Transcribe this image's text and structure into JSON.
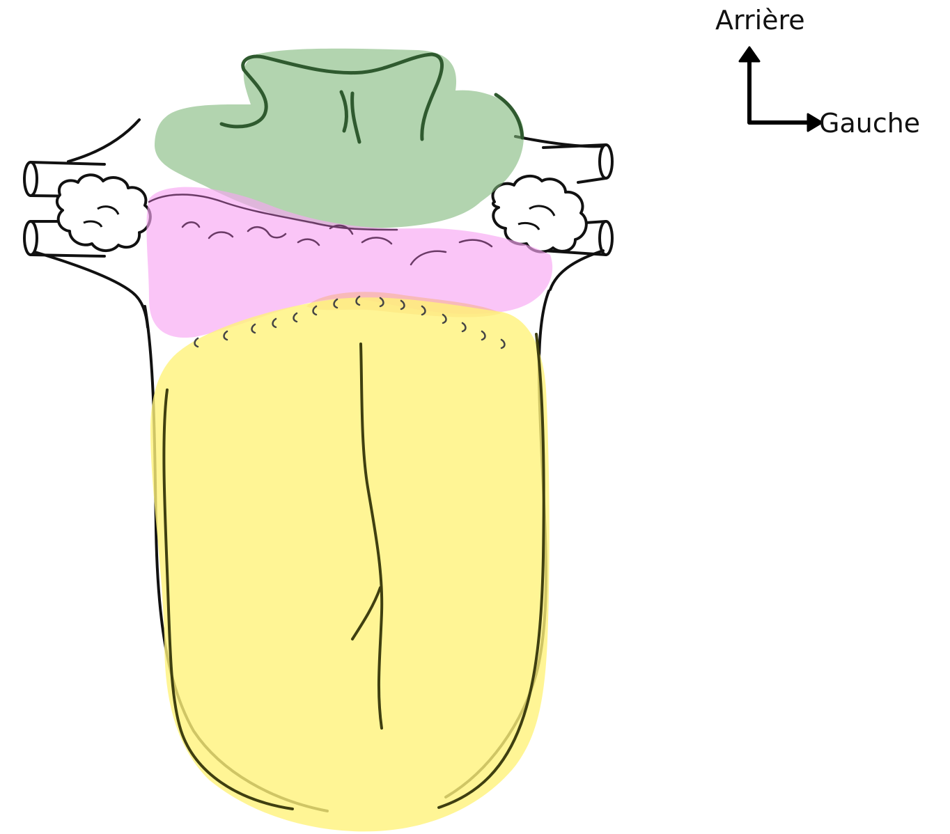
{
  "orientation": {
    "back_label": "Arrière",
    "left_label": "Gauche"
  },
  "regions": [
    {
      "name": "green-region",
      "color": "#7fb87a"
    },
    {
      "name": "pink-region",
      "color": "#f7a6f3"
    },
    {
      "name": "yellow-region",
      "color": "#fff27a"
    },
    {
      "name": "salmon-region",
      "color": "#f6b38f"
    }
  ],
  "colors": {
    "outline": "#111111",
    "background": "#ffffff"
  }
}
